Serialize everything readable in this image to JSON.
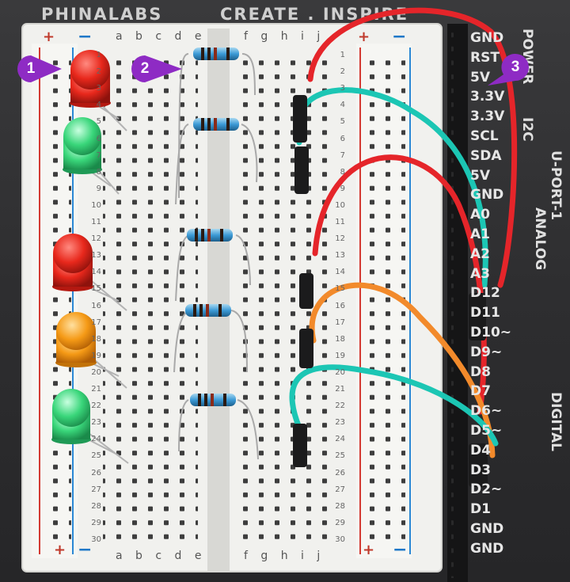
{
  "branding": {
    "left": "PHINALABS",
    "right": "CREATE . INSPIRE"
  },
  "breadboard": {
    "column_headers": [
      "a b c d e",
      "f g h i j"
    ],
    "rows": [
      "1",
      "2",
      "3",
      "4",
      "5",
      "6",
      "7",
      "8",
      "9",
      "10",
      "11",
      "12",
      "13",
      "14",
      "15",
      "16",
      "17",
      "18",
      "19",
      "20",
      "21",
      "22",
      "23",
      "24",
      "25",
      "26",
      "27",
      "28",
      "29",
      "30"
    ],
    "rail_plus": "+",
    "rail_minus": "−"
  },
  "header_pins": [
    "GND",
    "RST",
    "5V",
    "3.3V",
    "3.3V",
    "SCL",
    "SDA",
    "5V",
    "GND",
    "A0",
    "A1",
    "A2",
    "A3",
    "D12",
    "D11",
    "D10~",
    "D9~",
    "D8",
    "D7",
    "D6~",
    "D5~",
    "D4",
    "D3",
    "D2~",
    "D1",
    "GND",
    "GND"
  ],
  "side_labels": {
    "power": "POWER",
    "i2c": "I2C",
    "uport": "U-PORT-1",
    "analog": "ANALOG",
    "digital": "DIGITAL"
  },
  "callouts": [
    {
      "number": "1",
      "color": "#8e2bc4"
    },
    {
      "number": "2",
      "color": "#8e2bc4"
    },
    {
      "number": "3",
      "color": "#8e2bc4"
    }
  ],
  "leds": [
    {
      "color": "red",
      "hex": "#e8281c"
    },
    {
      "color": "green",
      "hex": "#39d67a"
    },
    {
      "color": "red",
      "hex": "#e8281c"
    },
    {
      "color": "orange",
      "hex": "#f59a16"
    },
    {
      "color": "green",
      "hex": "#39d67a"
    }
  ],
  "wire_colors": {
    "red": "#e5252a",
    "teal": "#1cc6b4",
    "orange": "#f28a2b"
  }
}
